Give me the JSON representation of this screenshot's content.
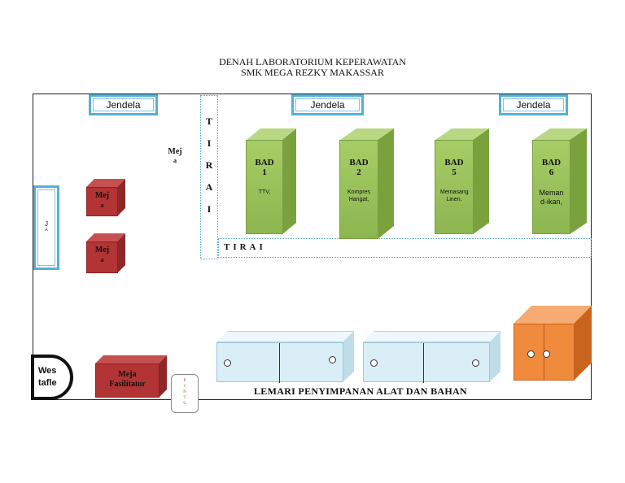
{
  "header": {
    "title_line1": "DENAH LABORATORIUM KEPERAWATAN",
    "title_line2": "SMK MEGA REZKY MAKASSAR"
  },
  "windows": {
    "top_left": "Jendela",
    "top_middle": "Jendela",
    "top_right": "Jendela",
    "left_wall": "J\n^"
  },
  "curtains": {
    "vertical_letters": [
      "T",
      "I",
      "R",
      "A",
      "I"
    ],
    "horizontal_label": "TIRAI"
  },
  "beds": [
    {
      "title_line1": "BAD",
      "title_line2": "1",
      "description": "TTV,"
    },
    {
      "title_line1": "BAD",
      "title_line2": "2",
      "description": "Kompres Hangat,"
    },
    {
      "title_line1": "BAD",
      "title_line2": "5",
      "description": "Memasang Linen,"
    },
    {
      "title_line1": "BAD",
      "title_line2": "6",
      "description": "Meman d-ikan,"
    }
  ],
  "desks": {
    "floating_label_line1": "Mej",
    "floating_label_line2": "a",
    "desk1_line1": "Mej",
    "desk1_line2": "a",
    "desk2_line1": "Mej",
    "desk2_line2": "a",
    "facilitator_line1": "Meja",
    "facilitator_line2": "Fasilitator"
  },
  "washbasin": {
    "line1": "Wes",
    "line2": "tafle"
  },
  "door": {
    "letters": [
      "P",
      "I",
      "N",
      "T",
      "U"
    ]
  },
  "storage": {
    "label": "LEMARI PENYIMPANAN ALAT DAN BAHAN"
  },
  "colors": {
    "bed_green": "#8db650",
    "desk_red": "#b23434",
    "cabinet_blue": "#d9eef7",
    "wardrobe_orange": "#f08a3c",
    "window_blue": "#55b0d8"
  }
}
